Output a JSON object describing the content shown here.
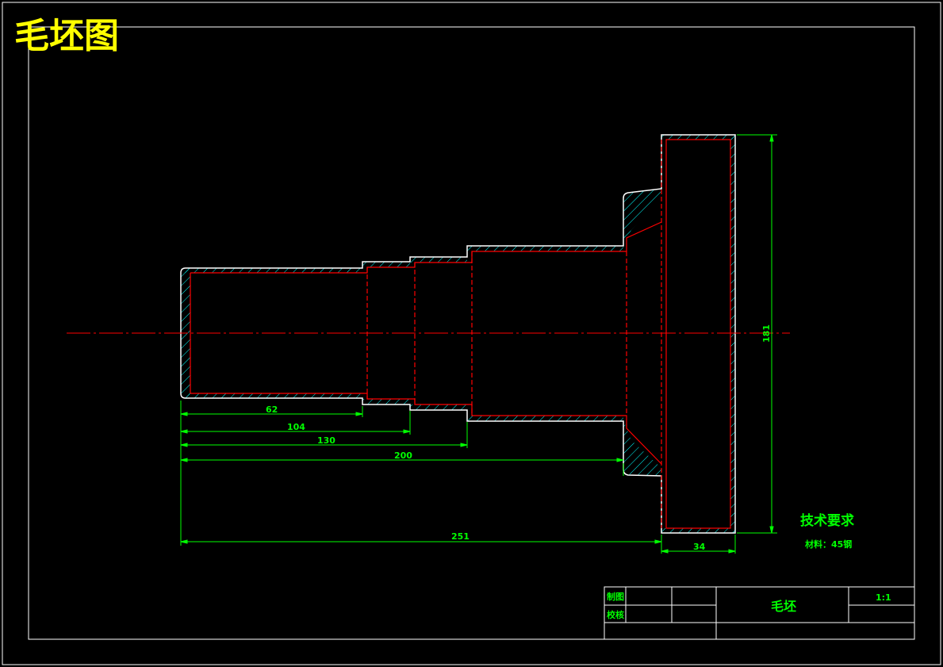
{
  "drawing": {
    "title": "毛坯图",
    "colors": {
      "outline": "#ffffff",
      "hidden_line": "#ff0000",
      "hatch": "#00ffff",
      "dimension": "#00ff00",
      "title": "#ffff00",
      "background": "#000000"
    }
  },
  "dimensions": {
    "d62": "62",
    "d104": "104",
    "d130": "130",
    "d200": "200",
    "d251": "251",
    "d34": "34",
    "d181": "181"
  },
  "notes": {
    "heading": "技术要求",
    "material": "材料：45钢"
  },
  "title_block": {
    "drawn_label": "制图",
    "checked_label": "校核",
    "part_name": "毛坯",
    "scale": "1:1"
  }
}
